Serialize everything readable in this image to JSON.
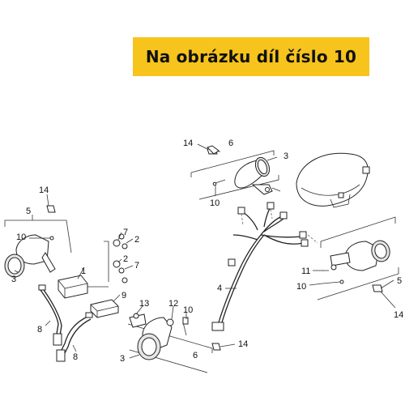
{
  "banner": {
    "text": "Na obrázku díl číslo 10"
  },
  "callouts": {
    "c14_top": "14",
    "c6_top": "6",
    "c3_top": "3",
    "c10_top": "10",
    "c14_left": "14",
    "c5_left": "5",
    "c10_left": "10",
    "c3_left": "3",
    "c7_a": "7",
    "c2_a": "2",
    "c2_b": "2",
    "c7_b": "7",
    "c1": "1",
    "c9": "9",
    "c8_a": "8",
    "c8_b": "8",
    "c13": "13",
    "c12": "12",
    "c10_mid": "10",
    "c3_bottom": "3",
    "c6_bottom": "6",
    "c14_bottom": "14",
    "c4": "4",
    "c11": "11",
    "c10_right": "10",
    "c5_right": "5",
    "c14_right": "14"
  },
  "colors": {
    "banner": "#f7c31d",
    "ink": "#222222"
  }
}
